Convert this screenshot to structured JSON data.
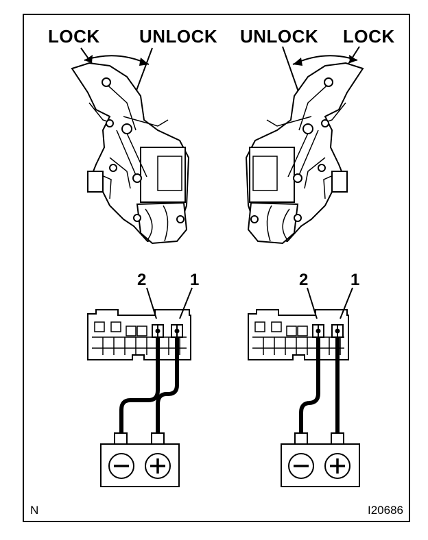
{
  "labels": {
    "left_lock": "LOCK",
    "left_unlock": "UNLOCK",
    "right_unlock": "UNLOCK",
    "right_lock": "LOCK",
    "left_pin_2": "2",
    "left_pin_1": "1",
    "right_pin_2": "2",
    "right_pin_1": "1",
    "corner_code": "N",
    "figure_id": "I20686"
  },
  "icons": {
    "negative_terminal": "minus-icon",
    "positive_terminal": "plus-icon"
  },
  "colors": {
    "line": "#000000",
    "background": "#ffffff"
  }
}
